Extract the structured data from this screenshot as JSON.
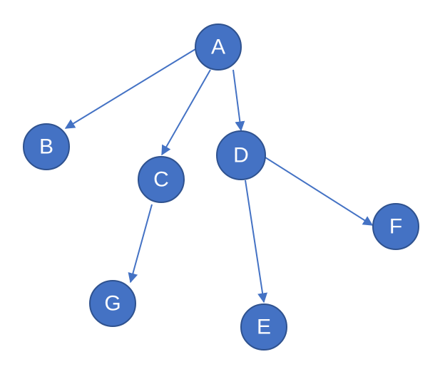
{
  "colors": {
    "node_fill": "#4472C4",
    "node_stroke": "#2F528F",
    "edge": "#4472C4",
    "label": "#ffffff"
  },
  "nodes": [
    {
      "id": "A",
      "label": "A"
    },
    {
      "id": "B",
      "label": "B"
    },
    {
      "id": "C",
      "label": "C"
    },
    {
      "id": "D",
      "label": "D"
    },
    {
      "id": "E",
      "label": "E"
    },
    {
      "id": "F",
      "label": "F"
    },
    {
      "id": "G",
      "label": "G"
    }
  ],
  "edges": [
    {
      "from": "A",
      "to": "B"
    },
    {
      "from": "A",
      "to": "C"
    },
    {
      "from": "A",
      "to": "D"
    },
    {
      "from": "C",
      "to": "G"
    },
    {
      "from": "D",
      "to": "E"
    },
    {
      "from": "D",
      "to": "F"
    }
  ]
}
